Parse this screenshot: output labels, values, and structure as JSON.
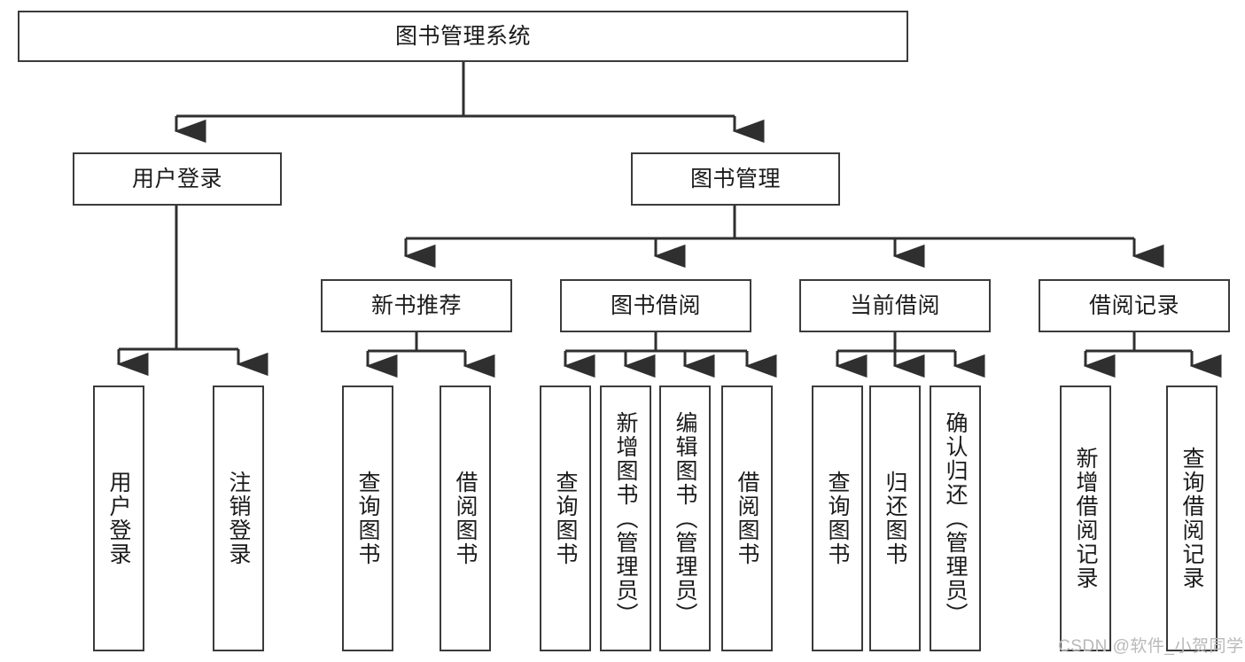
{
  "diagram": {
    "type": "tree",
    "title": "图书管理系统",
    "watermark": "CSDN @软件_小贺同学",
    "colors": {
      "box_border": "#3b3b3b",
      "box_fill": "#ffffff",
      "connector": "#2f2f2f",
      "text": "#1b1b1b",
      "watermark": "#b9b9b9"
    },
    "nodes": {
      "root": {
        "label": "图书管理系统",
        "level": 0,
        "orientation": "horizontal"
      },
      "l1": [
        {
          "id": "user-login",
          "label": "用户登录",
          "orientation": "horizontal"
        },
        {
          "id": "book-manage",
          "label": "图书管理",
          "orientation": "horizontal"
        }
      ],
      "l2": [
        {
          "id": "new-book-recommend",
          "label": "新书推荐",
          "orientation": "horizontal",
          "parent": "book-manage"
        },
        {
          "id": "book-borrow",
          "label": "图书借阅",
          "orientation": "horizontal",
          "parent": "book-manage"
        },
        {
          "id": "current-borrow",
          "label": "当前借阅",
          "orientation": "horizontal",
          "parent": "book-manage"
        },
        {
          "id": "borrow-record",
          "label": "借阅记录",
          "orientation": "horizontal",
          "parent": "book-manage"
        }
      ],
      "l3": [
        {
          "id": "leaf-user-login",
          "label": "用户登录",
          "parent": "user-login",
          "orientation": "vertical"
        },
        {
          "id": "leaf-user-logout",
          "label": "注销登录",
          "parent": "user-login",
          "orientation": "vertical"
        },
        {
          "id": "leaf-rec-query",
          "label": "查询图书",
          "parent": "new-book-recommend",
          "orientation": "vertical"
        },
        {
          "id": "leaf-rec-borrow",
          "label": "借阅图书",
          "parent": "new-book-recommend",
          "orientation": "vertical"
        },
        {
          "id": "leaf-borrow-query",
          "label": "查询图书",
          "parent": "book-borrow",
          "orientation": "vertical"
        },
        {
          "id": "leaf-borrow-add",
          "label": "新增图书（管理员）",
          "parent": "book-borrow",
          "orientation": "vertical"
        },
        {
          "id": "leaf-borrow-edit",
          "label": "编辑图书（管理员）",
          "parent": "book-borrow",
          "orientation": "vertical"
        },
        {
          "id": "leaf-borrow-lend",
          "label": "借阅图书",
          "parent": "book-borrow",
          "orientation": "vertical"
        },
        {
          "id": "leaf-cur-query",
          "label": "查询图书",
          "parent": "current-borrow",
          "orientation": "vertical"
        },
        {
          "id": "leaf-cur-return",
          "label": "归还图书",
          "parent": "current-borrow",
          "orientation": "vertical"
        },
        {
          "id": "leaf-cur-confirm",
          "label": "确认归还（管理员）",
          "parent": "current-borrow",
          "orientation": "vertical"
        },
        {
          "id": "leaf-rec-add",
          "label": "新增借阅记录",
          "parent": "borrow-record",
          "orientation": "vertical"
        },
        {
          "id": "leaf-rec-query2",
          "label": "查询借阅记录",
          "parent": "borrow-record",
          "orientation": "vertical"
        }
      ]
    }
  }
}
